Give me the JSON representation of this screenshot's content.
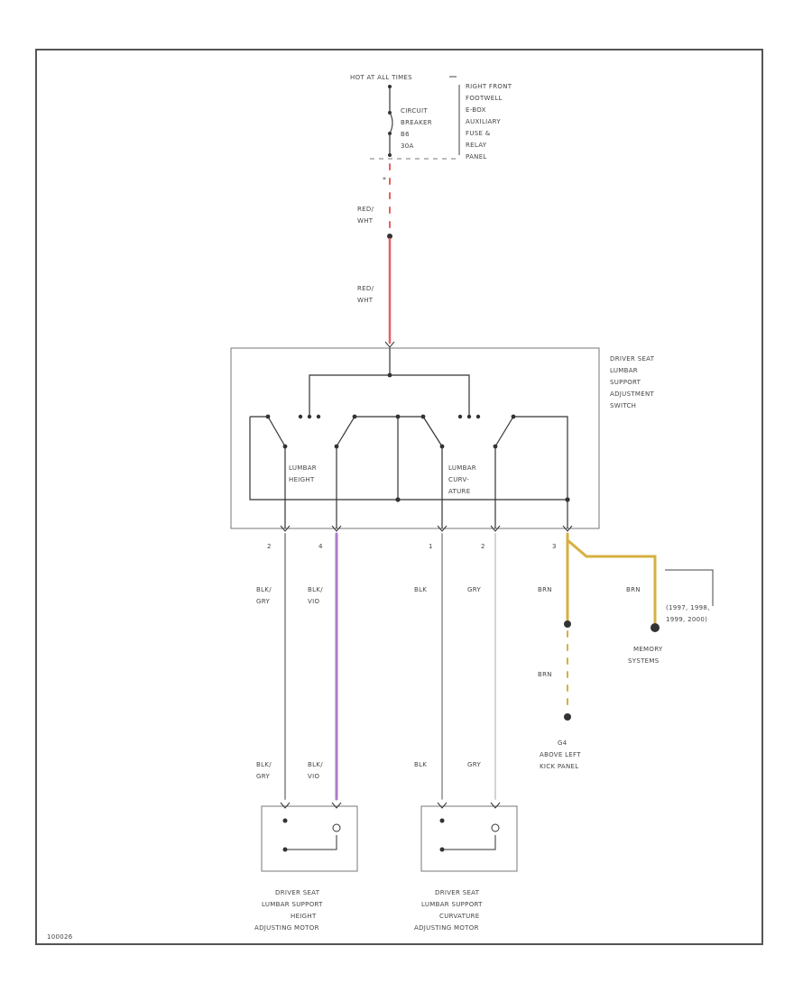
{
  "source": {
    "hot_label": "HOT AT ALL TIMES",
    "location": [
      "RIGHT FRONT",
      "FOOTWELL",
      "E-BOX",
      "AUXILIARY",
      "FUSE &",
      "RELAY",
      "PANEL"
    ],
    "breaker": [
      "CIRCUIT",
      "BREAKER",
      "B6",
      "30A"
    ]
  },
  "wires": {
    "feed_upper": [
      "RED/",
      "WHT"
    ],
    "feed_lower": [
      "RED/",
      "WHT"
    ],
    "pin_c2": [
      "BLK/",
      "GRY"
    ],
    "pin_c4": [
      "BLK/",
      "VIO"
    ],
    "pin_c1": "BLK",
    "pin_c2b": "GRY",
    "ground_a": "BRN",
    "ground_b": "BRN",
    "ground_c": "BRN",
    "motor_a_left": [
      "BLK/",
      "GRY"
    ],
    "motor_a_right": [
      "BLK/",
      "VIO"
    ],
    "motor_b_left": "BLK",
    "motor_b_right": "GRY"
  },
  "switch": {
    "title": [
      "DRIVER SEAT",
      "LUMBAR",
      "SUPPORT",
      "ADJUSTMENT",
      "SWITCH"
    ],
    "left_label": [
      "LUMBAR",
      "HEIGHT"
    ],
    "right_label": [
      "LUMBAR",
      "CURV-",
      "ATURE"
    ],
    "pins": [
      "2",
      "4",
      "1",
      "2",
      "3"
    ]
  },
  "ground": {
    "label": [
      "G4",
      "ABOVE LEFT",
      "KICK PANEL"
    ]
  },
  "memory": {
    "label": [
      "MEMORY",
      "SYSTEMS"
    ],
    "note": [
      "(1997, 1998,",
      "1999, 2000)"
    ]
  },
  "motors": {
    "height": [
      "DRIVER SEAT",
      "LUMBAR SUPPORT",
      "HEIGHT",
      "ADJUSTING MOTOR"
    ],
    "curvature": [
      "DRIVER SEAT",
      "LUMBAR SUPPORT",
      "CURVATURE",
      "ADJUSTING MOTOR"
    ]
  },
  "footer_code": "100026",
  "colors": {
    "red_wht": "#e46060",
    "blk_vio": "#b07ac8",
    "blk_gry": "#a0a0a0",
    "gry": "#cfcfcf",
    "brn": "#d6b040",
    "line": "#333333"
  }
}
